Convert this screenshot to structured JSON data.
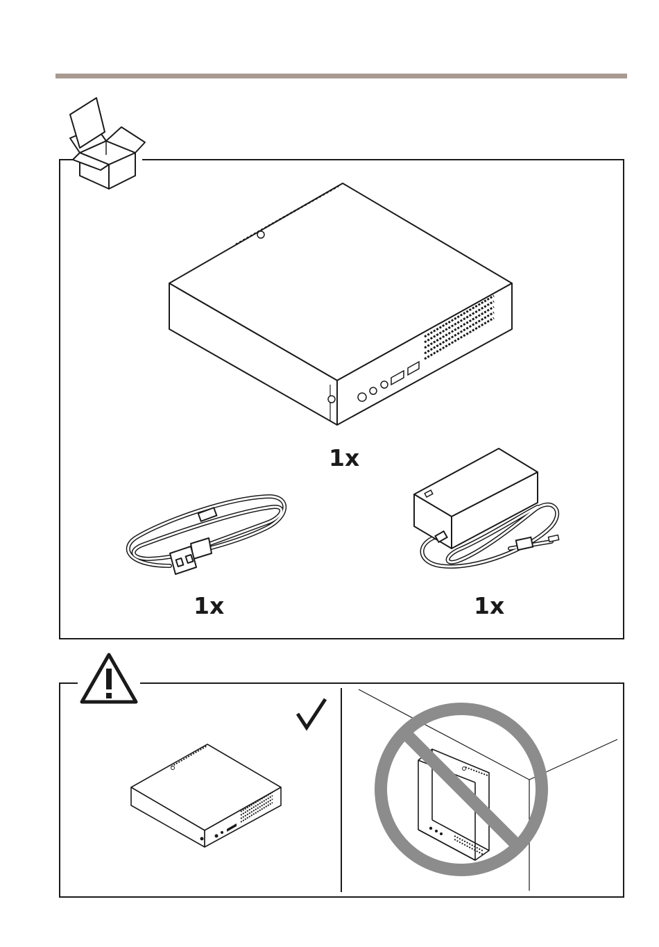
{
  "colors": {
    "accent_bar": "#a89a90",
    "line": "#1a1a1a",
    "prohibit": "#8c8c8c",
    "background": "#ffffff"
  },
  "icons": {
    "package": "open-box-icon",
    "warning": "warning-triangle-icon",
    "allowed": "checkmark-icon",
    "forbidden": "prohibition-icon"
  },
  "contents": {
    "items": [
      {
        "name": "recorder-unit",
        "quantity": "1x"
      },
      {
        "name": "power-cord",
        "quantity": "1x"
      },
      {
        "name": "power-adapter",
        "quantity": "1x"
      }
    ]
  }
}
